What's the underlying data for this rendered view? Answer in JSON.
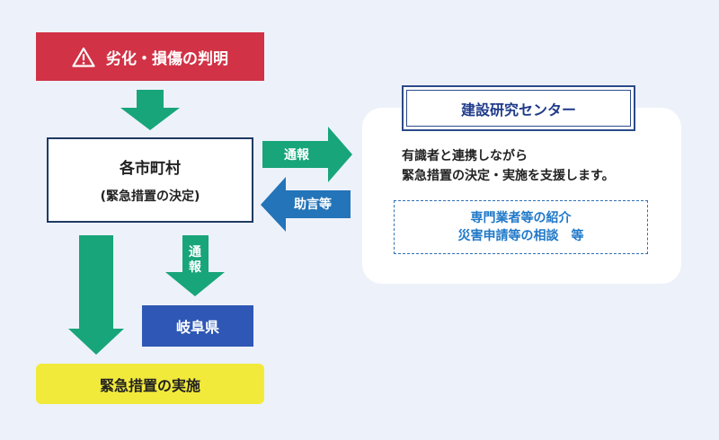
{
  "detect_box": {
    "label": "劣化・損傷の判明",
    "icon": "warning-icon"
  },
  "city_box": {
    "title": "各市町村",
    "subtitle": "(緊急措置の決定)"
  },
  "pref_box": {
    "label": "岐阜県"
  },
  "implement_box": {
    "label": "緊急措置の実施"
  },
  "center_box": {
    "title": "建設研究センター",
    "desc_line1": "有識者と連携しながら",
    "desc_line2": "緊急措置の決定・実施を支援します。",
    "consult_line1": "専門業者等の紹介",
    "consult_line2": "災害申請等の相談　等"
  },
  "arrows": {
    "report_to_center": "通報",
    "advice_to_city": "助言等",
    "report_to_pref_char1": "通",
    "report_to_pref_char2": "報"
  },
  "colors": {
    "background": "#edf1fa",
    "alert_red": "#d13246",
    "arrow_green": "#18a57a",
    "arrow_blue": "#2374b8",
    "pref_blue": "#2f57b5",
    "implement_yellow": "#f2ea3a",
    "frame_navy": "#1f3a63"
  }
}
